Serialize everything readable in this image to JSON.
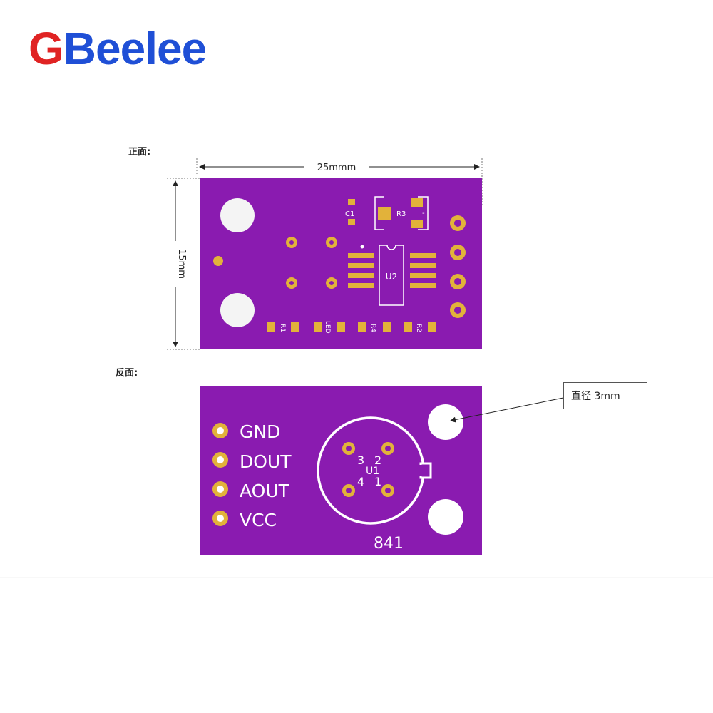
{
  "brand": {
    "logo_g": "G",
    "logo_rest": "Beelee",
    "colors": {
      "g": "#e02323",
      "rest": "#1f4fd6"
    }
  },
  "front": {
    "label": "正面:",
    "width_dim": "25mmm",
    "height_dim": "15mm",
    "silkscreen": {
      "c1": "C1",
      "r3": "R3",
      "u2": "U2",
      "r1": "R1",
      "led": "LED",
      "r4": "R4",
      "r2": "R2",
      "minus": "-"
    }
  },
  "back": {
    "label": "反面:",
    "pins": [
      "GND",
      "DOUT",
      "AOUT",
      "VCC"
    ],
    "sensor": {
      "u1": "U1",
      "pin1": "1",
      "pin2": "2",
      "pin3": "3",
      "pin4": "4"
    },
    "part_number": "841",
    "callout": "直径 3mm"
  },
  "colors": {
    "pcb": "#8a1bb0",
    "pad": "#e2b23a",
    "silk": "#ffffff"
  }
}
